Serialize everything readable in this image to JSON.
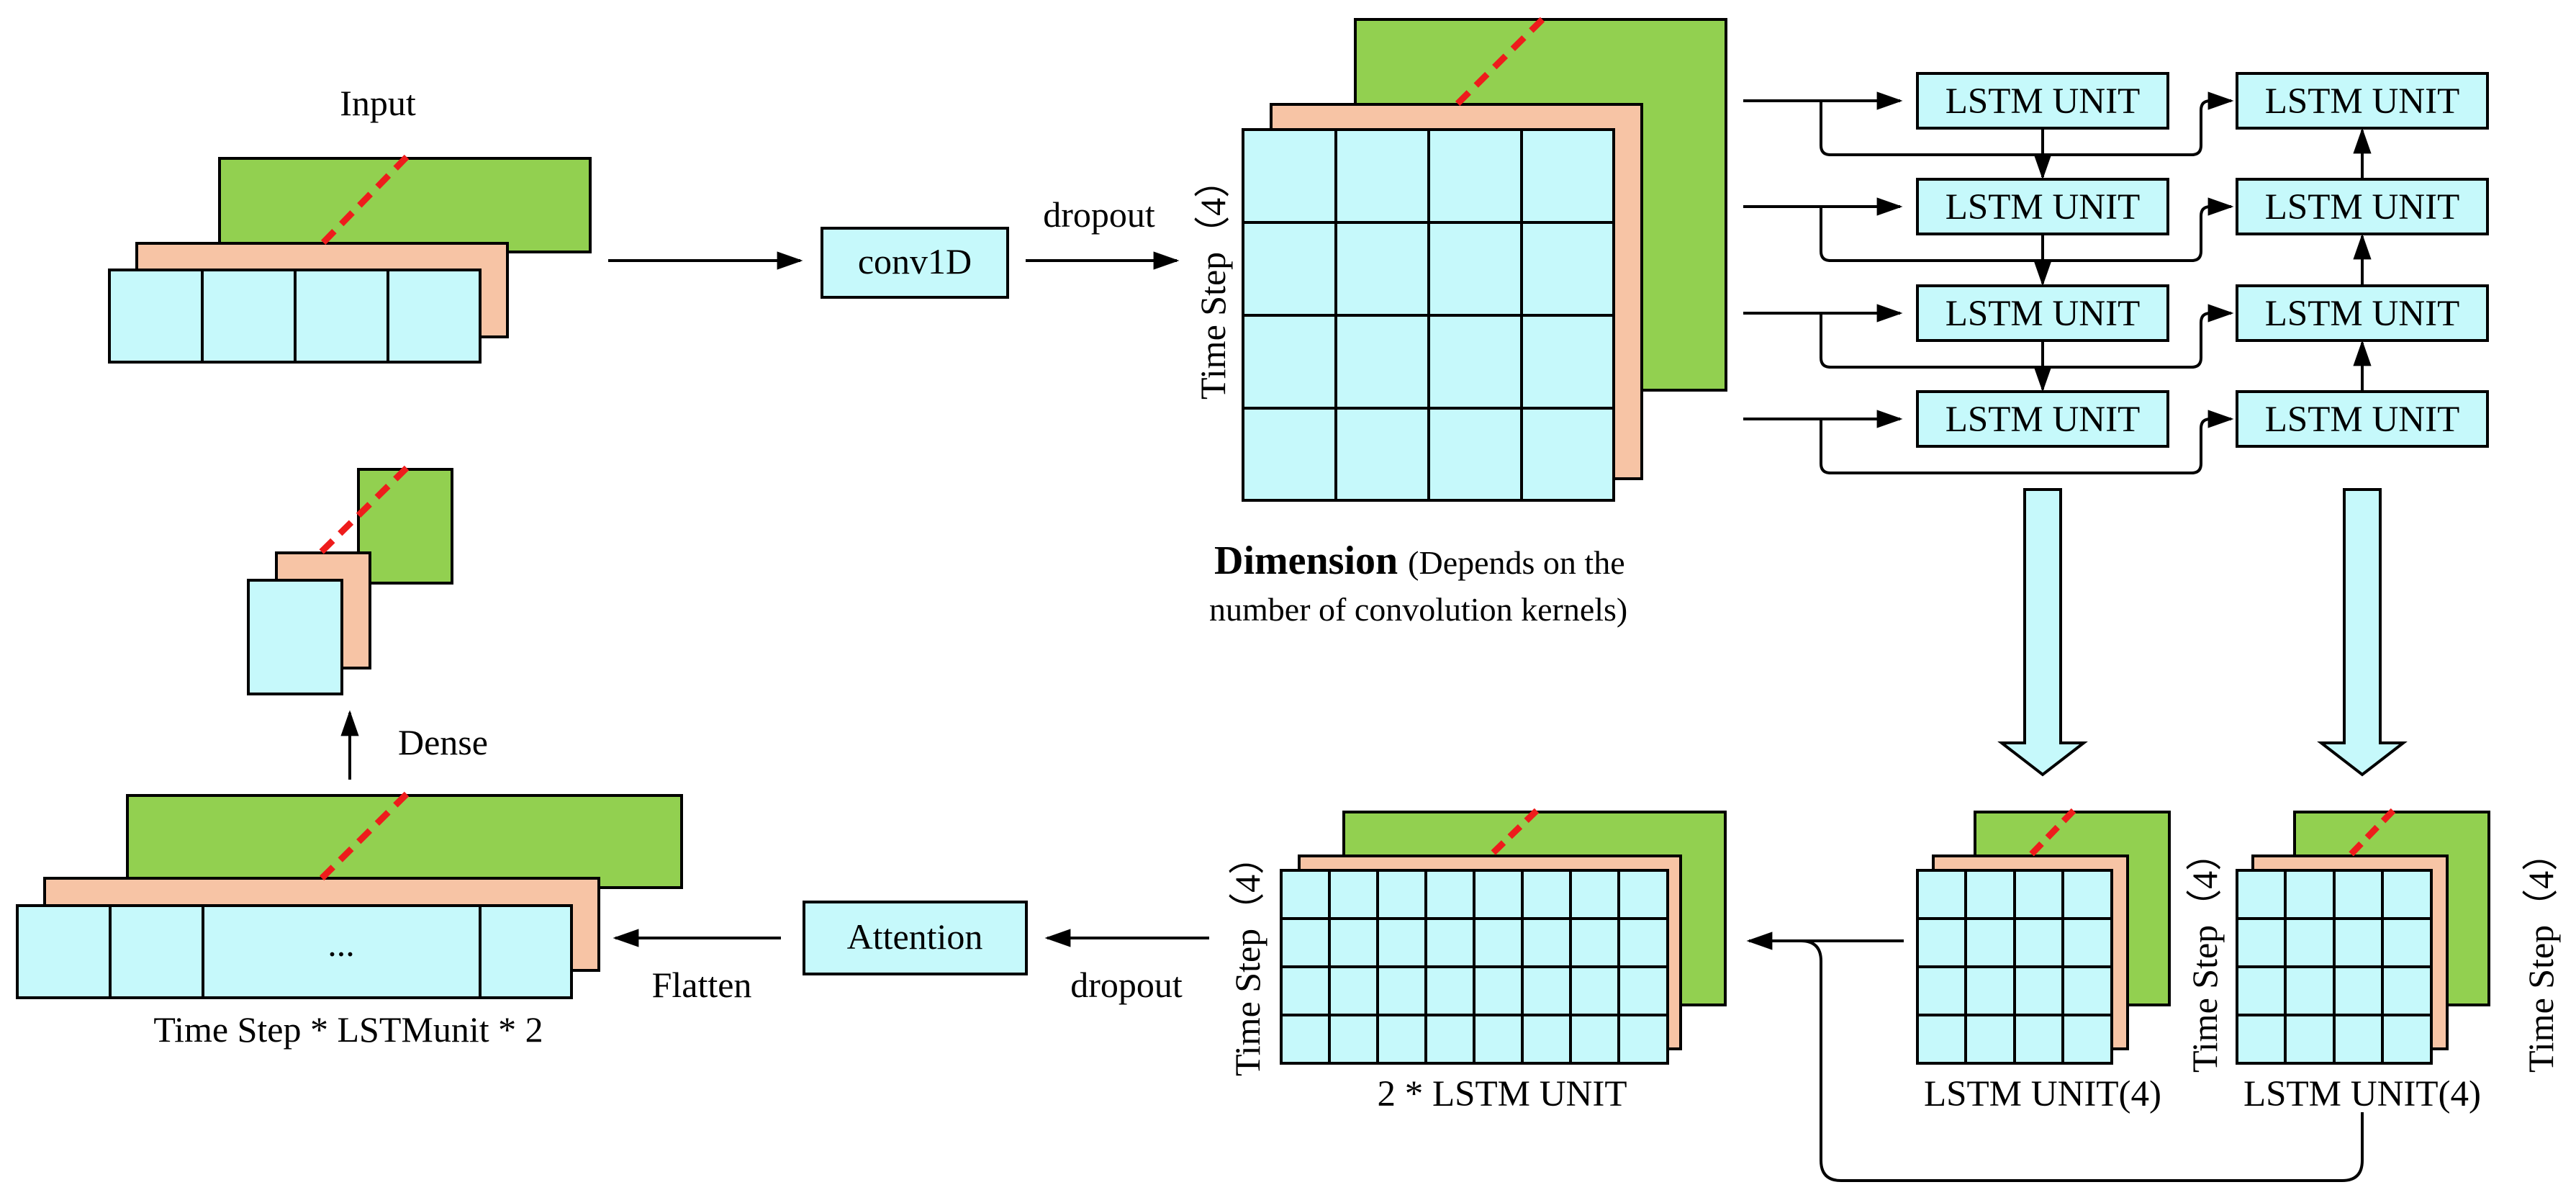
{
  "colors": {
    "cyan": "#c6f9fb",
    "peach": "#f7c4a5",
    "green": "#92d050",
    "red": "#ee1c1c",
    "arrow_fill": "#c6f9fb"
  },
  "labels": {
    "input": "Input",
    "conv1d": "conv1D",
    "dropout_top": "dropout",
    "timestep_top": "Time Step（4）",
    "dimension_bold": "Dimension",
    "dimension_rest": "(Depends on the",
    "dimension_line2": "number of convolution kernels)",
    "lstm_unit": "LSTM UNIT",
    "lstm_unit_4": "LSTM UNIT(4)",
    "timestep_side": "Time Step（4）",
    "two_lstm": "2 * LSTM UNIT",
    "dropout_bottom": "dropout",
    "attention": "Attention",
    "flatten": "Flatten",
    "dense": "Dense",
    "ellipsis": "...",
    "flat_caption": "Time Step * LSTMunit * 2"
  }
}
